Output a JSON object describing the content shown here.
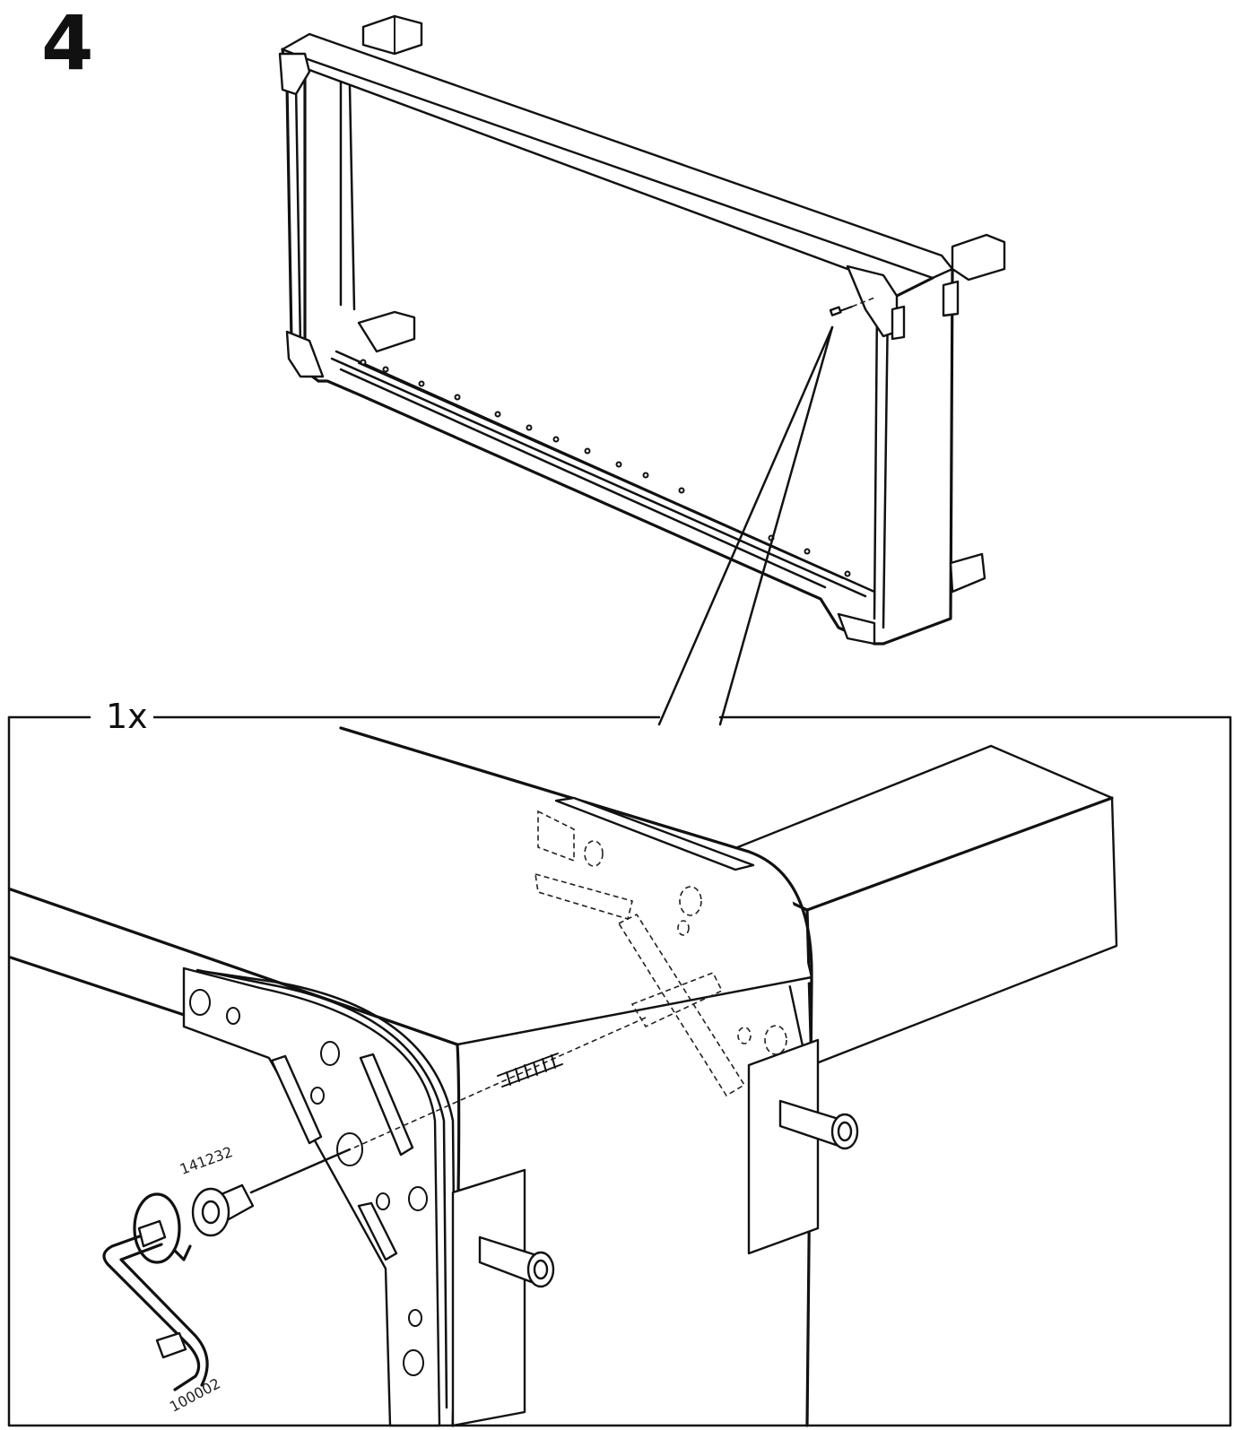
{
  "step": {
    "number": "4"
  },
  "detail": {
    "quantity": "1x"
  },
  "parts": {
    "screw_id": "141232",
    "allen_key_id": "100002"
  }
}
